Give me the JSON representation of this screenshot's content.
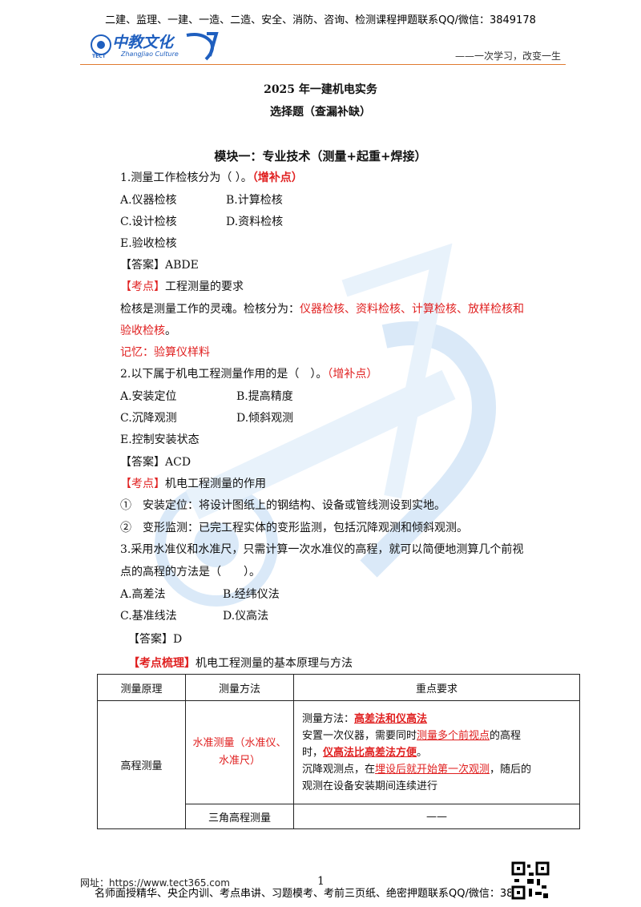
{
  "header": {
    "banner": "二建、监理、一建、一造、二造、安全、消防、咨询、检测课程押题联系QQ/微信：3849178",
    "logo_text": "中教文化",
    "logo_sub": "ZhangJiao Culture",
    "logo_tect": "TECT",
    "slogan": "——一次学习，改变一生"
  },
  "doc": {
    "title1": "2025 年一建机电实务",
    "title2": "选择题（查漏补缺）",
    "module": "模块一：专业技术（测量+起重+焊接）"
  },
  "q1": {
    "stem": "1.测量工作检核分为（ ）。",
    "tag": "（增补点）",
    "opt_a": "A.仪器检核",
    "opt_b": "B.计算检核",
    "opt_c": "C.设计检核",
    "opt_d": "D.资料检核",
    "opt_e": "E.验收检核",
    "answer": "【答案】ABDE",
    "kp_label": "【考点】",
    "kp_text": "工程测量的要求",
    "exp_prefix": "检核是测量工作的灵魂。检核分为：",
    "exp_red1": "仪器检核、资料检核、计算检核、放样检核和",
    "exp_red2": "验收检核",
    "exp_end": "。",
    "memo": "记忆：验算仪样料"
  },
  "q2": {
    "stem": "2.以下属于机电工程测量作用的是（　）。",
    "tag": "（增补点）",
    "opt_a": "A.安装定位",
    "opt_b": "B.提高精度",
    "opt_c": "C.沉降观测",
    "opt_d": "D.倾斜观测",
    "opt_e": "E.控制安装状态",
    "answer": "【答案】ACD",
    "kp_label": "【考点】",
    "kp_text": "机电工程测量的作用",
    "point1": "①　安装定位：将设计图纸上的钢结构、设备或管线测设到实地。",
    "point2": "②　变形监测：已完工程实体的变形监测，包括沉降观测和倾斜观测。"
  },
  "q3": {
    "stem1": "3.采用水准仪和水准尺，只需计算一次水准仪的高程，就可以简便地测算几个前视",
    "stem2": "点的高程的方法是（　　）。",
    "opt_a": "A.高差法",
    "opt_b": "B.经纬仪法",
    "opt_c": "C.基准线法",
    "opt_d": "D.仪高法",
    "answer": "【答案】D",
    "kp_label": "【考点梳理】",
    "kp_text": "机电工程测量的基本原理与方法"
  },
  "table": {
    "headers": [
      "测量原理",
      "测量方法",
      "重点要求"
    ],
    "principle": "高程测量",
    "method1": "水准测量（水准仪、水准尺）",
    "method2": "三角高程测量",
    "req_l1_pre": "测量方法：",
    "req_l1_red": "高差法和仪高法",
    "req_l2_pre": "安置一次仪器，需要同时",
    "req_l2_red": "测量多个前视点",
    "req_l2_post": "的高程",
    "req_l3_pre": "时，",
    "req_l3_red": "仪高法比高差法方便",
    "req_l3_post": "。",
    "req_l4_pre": "沉降观测点，在",
    "req_l4_red": "埋设后就开始第一次观测",
    "req_l4_post": "，随后的",
    "req_l5": "观测在设备安装期间连续进行",
    "req_row2": "——"
  },
  "footer": {
    "website": "网址：https://www.tect365.com",
    "line": "名师面授精华、央企内训、考点串讲、习题模考、考前三页纸、绝密押题联系QQ/微信：3849178",
    "page": "1"
  },
  "colors": {
    "red": "#e02020",
    "brand_blue": "#1f5fbf",
    "rule_orange": "#e07b30"
  }
}
